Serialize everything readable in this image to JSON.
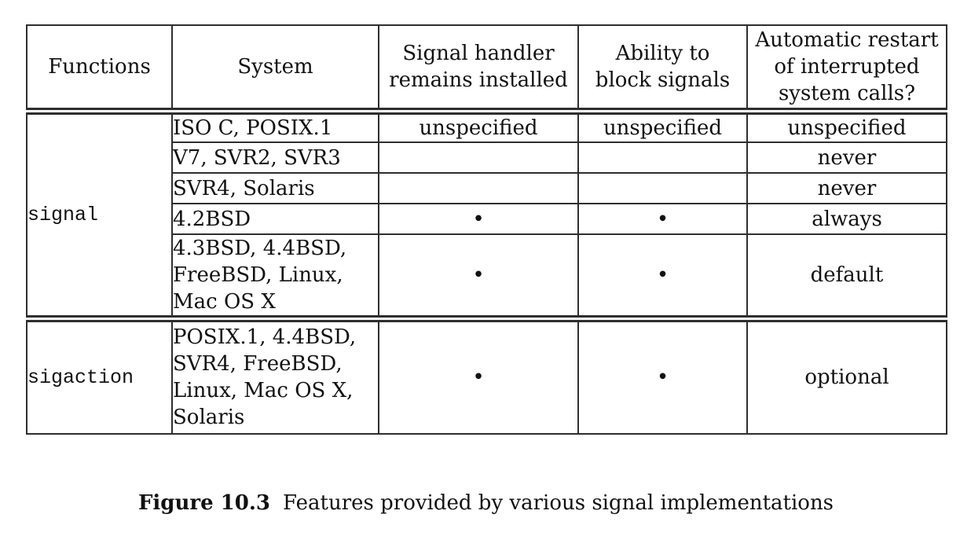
{
  "table": {
    "headers": [
      "Functions",
      "System",
      "Signal handler\nremains installed",
      "Ability to\nblock signals",
      "Automatic restart\nof interrupted\nsystem calls?"
    ],
    "groups": [
      {
        "function": "signal",
        "rows": [
          {
            "system": "ISO C, POSIX.1",
            "handler_remains": "unspecified",
            "block_signals": "unspecified",
            "auto_restart": "unspecified"
          },
          {
            "system": "V7, SVR2, SVR3",
            "handler_remains": "",
            "block_signals": "",
            "auto_restart": "never"
          },
          {
            "system": "SVR4, Solaris",
            "handler_remains": "",
            "block_signals": "",
            "auto_restart": "never"
          },
          {
            "system": "4.2BSD",
            "handler_remains": "•",
            "block_signals": "•",
            "auto_restart": "always"
          },
          {
            "system": "4.3BSD, 4.4BSD,\nFreeBSD, Linux,\nMac OS X",
            "handler_remains": "•",
            "block_signals": "•",
            "auto_restart": "default"
          }
        ]
      },
      {
        "function": "sigaction",
        "rows": [
          {
            "system": "POSIX.1, 4.4BSD,\nSVR4, FreeBSD,\nLinux, Mac OS X,\nSolaris",
            "handler_remains": "•",
            "block_signals": "•",
            "auto_restart": "optional"
          }
        ]
      }
    ]
  },
  "caption": {
    "label": "Figure 10.3",
    "text": "Features provided by various signal implementations"
  },
  "colors": {
    "background": "#ffffff",
    "text": "#111111",
    "border": "#2e2e2e"
  }
}
